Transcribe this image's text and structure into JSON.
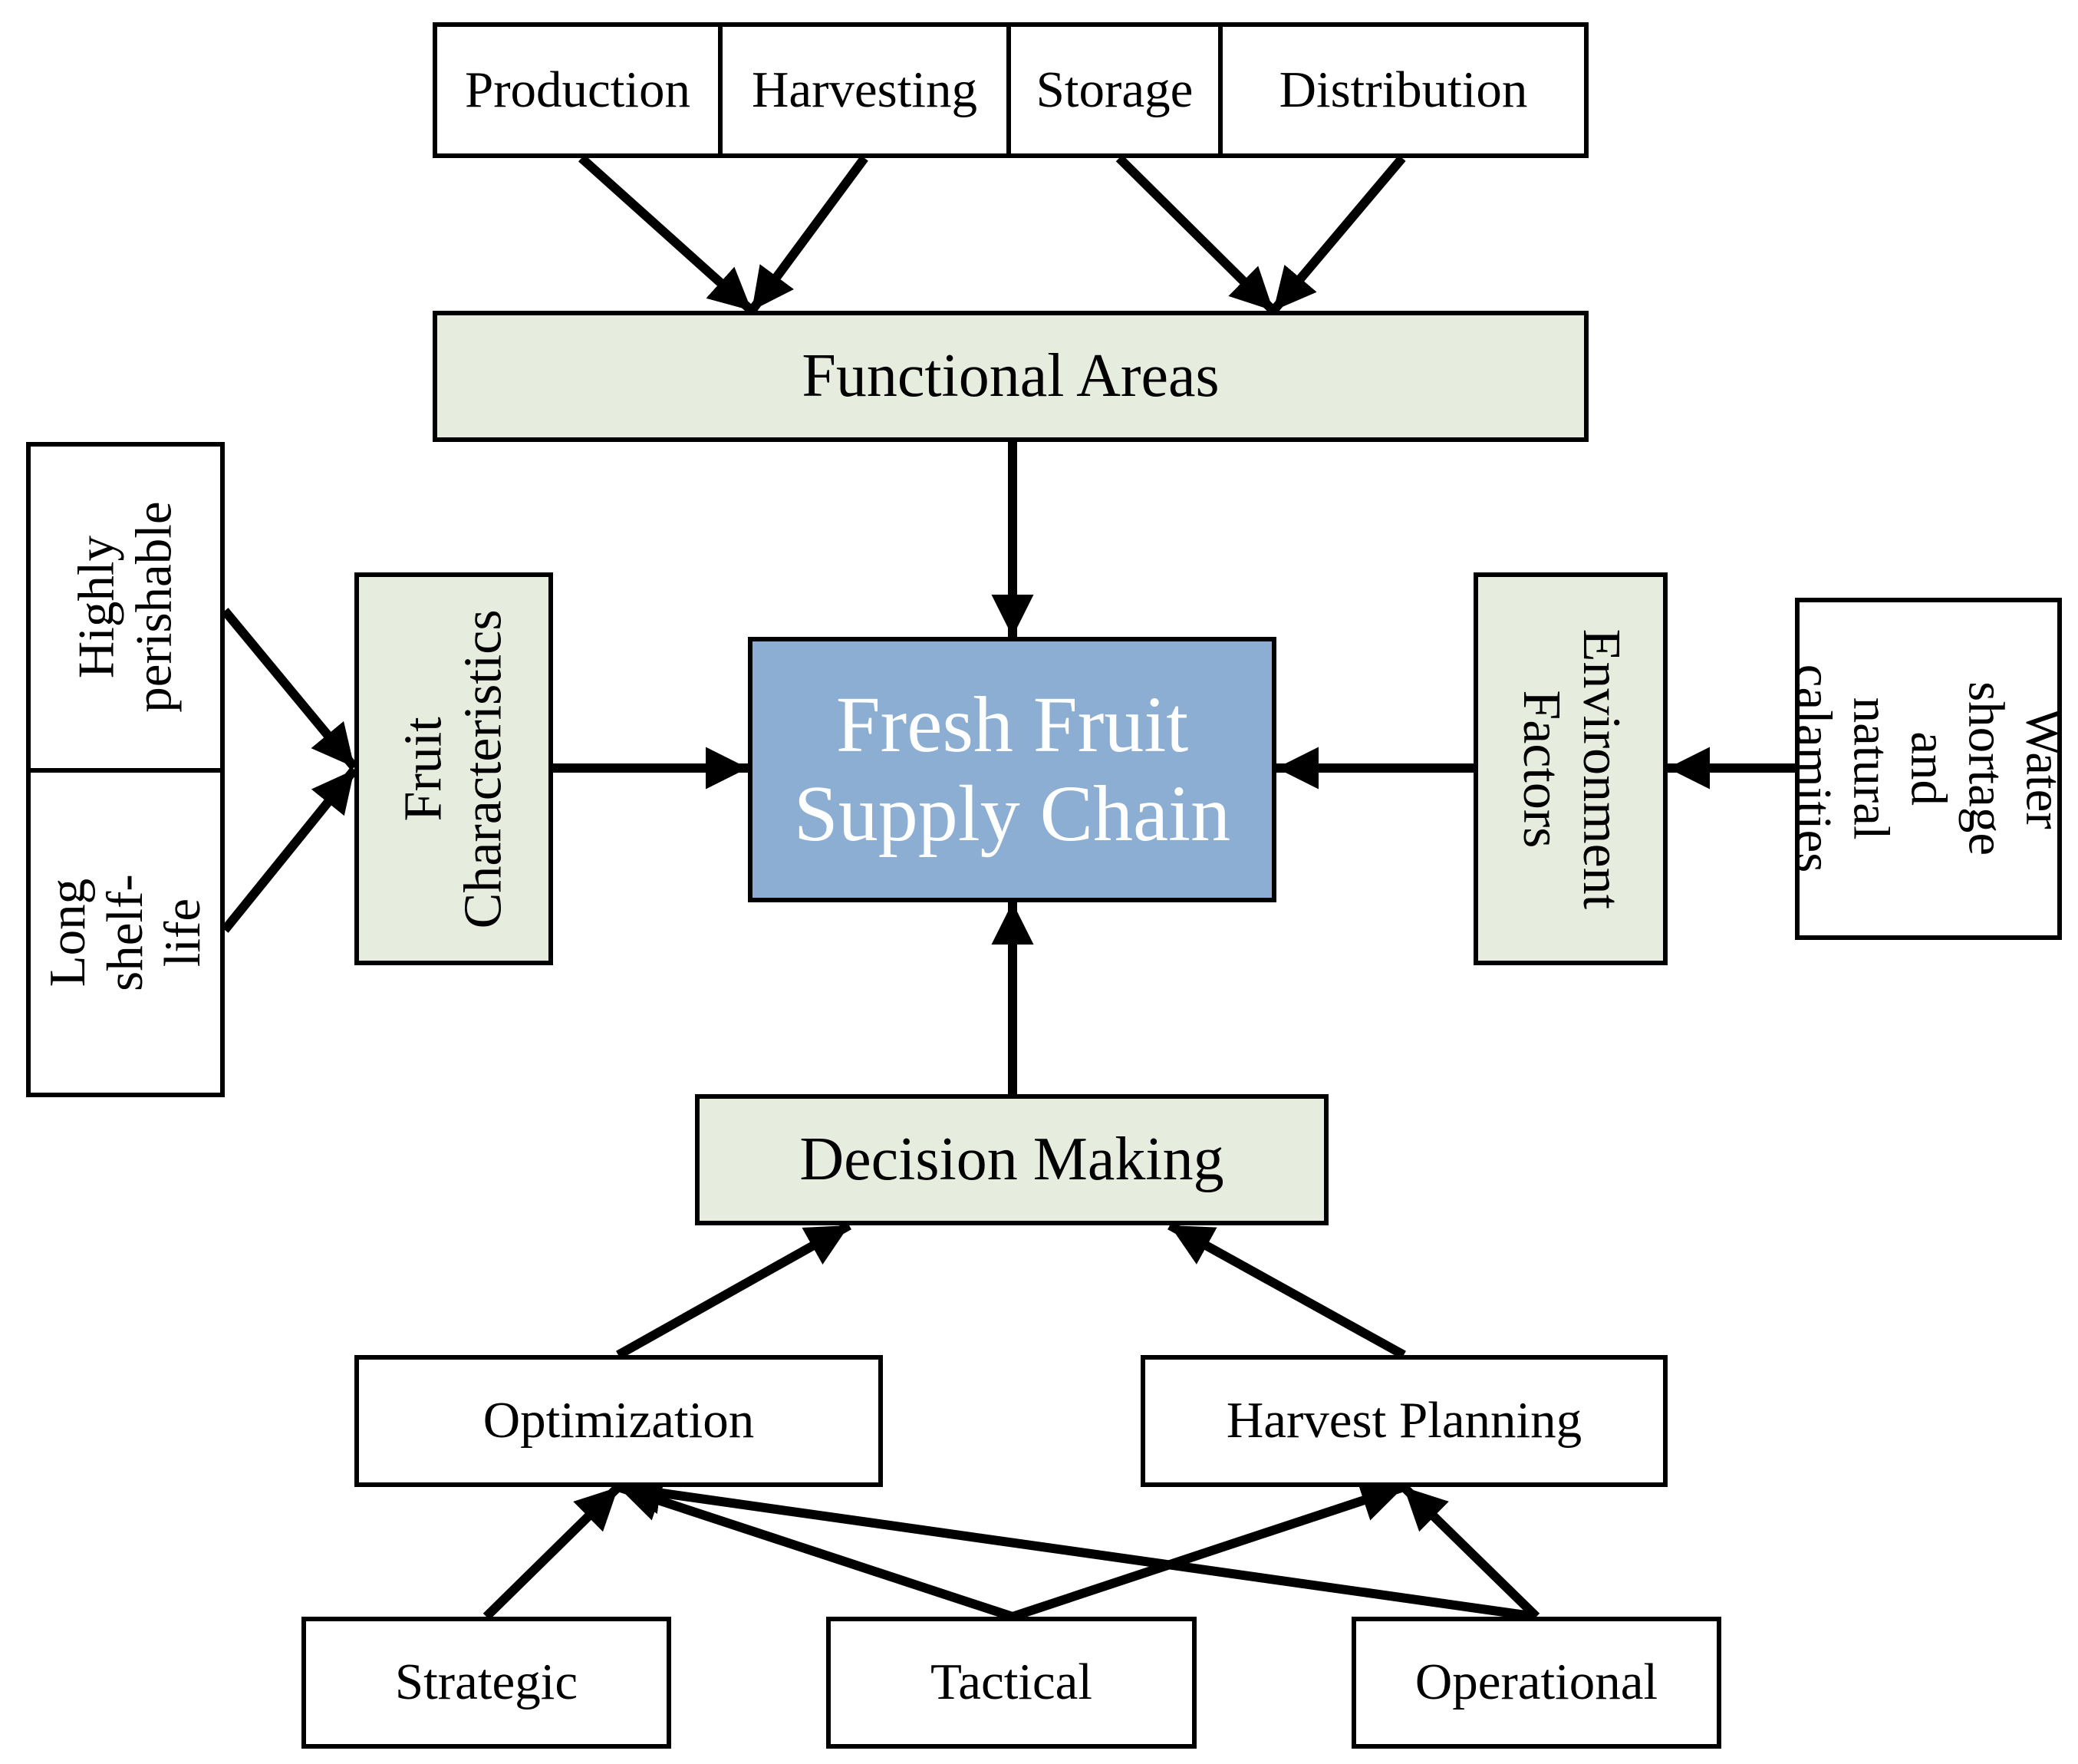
{
  "colors": {
    "stroke": "#000000",
    "category_fill": "#e6edde",
    "core_fill": "#8caed2",
    "core_text": "#ffffff",
    "plain_fill": "#ffffff"
  },
  "functional": {
    "production": "Production",
    "harvesting": "Harvesting",
    "storage": "Storage",
    "distribution": "Distribution",
    "title": "Functional Areas"
  },
  "core": {
    "title": "Fresh Fruit\nSupply Chain"
  },
  "fruit": {
    "highly_perishable": "Highly\nperishable",
    "long_shelf_life": "Long shelf-\nlife",
    "title": "Fruit\nCharacteristics"
  },
  "environment": {
    "title": "Environment\nFactors",
    "water": "Water\nshortage and\nnatural\ncalamities"
  },
  "decision": {
    "title": "Decision Making",
    "optimization": "Optimization",
    "harvest_planning": "Harvest Planning",
    "strategic": "Strategic",
    "tactical": "Tactical",
    "operational": "Operational"
  }
}
